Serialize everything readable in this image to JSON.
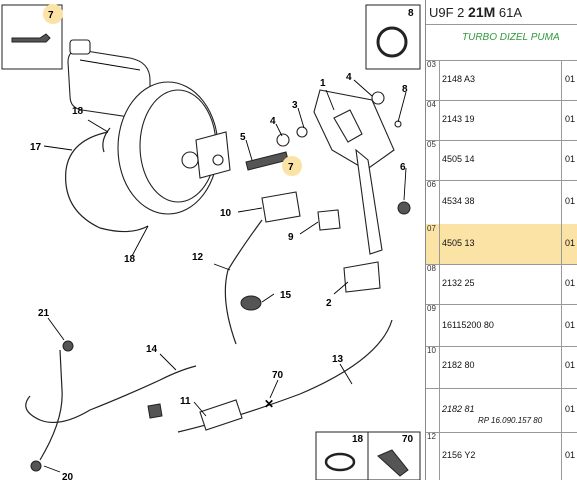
{
  "header": {
    "prefix": "U9F 2",
    "bold": "21M",
    "suffix": "61A"
  },
  "subtitle": "TURBO DIZEL PUMA",
  "rows": [
    {
      "idx": "03",
      "ref": "2148 A3",
      "qty": "01"
    },
    {
      "idx": "04",
      "ref": "2143 19",
      "qty": "01"
    },
    {
      "idx": "05",
      "ref": "4505 14",
      "qty": "01"
    },
    {
      "idx": "06",
      "ref": "4534 38",
      "qty": "01"
    },
    {
      "idx": "07",
      "ref": "4505 13",
      "qty": "01",
      "highlight": true
    },
    {
      "idx": "08",
      "ref": "2132 25",
      "qty": "01"
    },
    {
      "idx": "09",
      "ref": "16115200 80",
      "qty": "01"
    },
    {
      "idx": "10",
      "ref": "2182 80",
      "qty": "01"
    },
    {
      "idx": "",
      "ref": "2182 81",
      "note": "RP 16.090.157 80",
      "qty": "01"
    },
    {
      "idx": "12",
      "ref": "2156 Y2",
      "qty": "01"
    }
  ],
  "diagram": {
    "callouts": {
      "c1": "1",
      "c2": "2",
      "c3": "3",
      "c4": "4",
      "c4b": "4",
      "c5": "5",
      "c6": "6",
      "c7": "7",
      "c8": "8",
      "c9": "9",
      "c10": "10",
      "c11": "11",
      "c12": "12",
      "c13": "13",
      "c14": "14",
      "c15": "15",
      "c17": "17",
      "c18a": "18",
      "c18b": "18",
      "c20": "20",
      "c21": "21",
      "c70": "70"
    },
    "insets": {
      "tl": "7",
      "tr": "8",
      "bl": "18",
      "br": "70"
    },
    "highlight_color": "#fbe3a6",
    "subtitle_color": "#2e9a3c"
  }
}
